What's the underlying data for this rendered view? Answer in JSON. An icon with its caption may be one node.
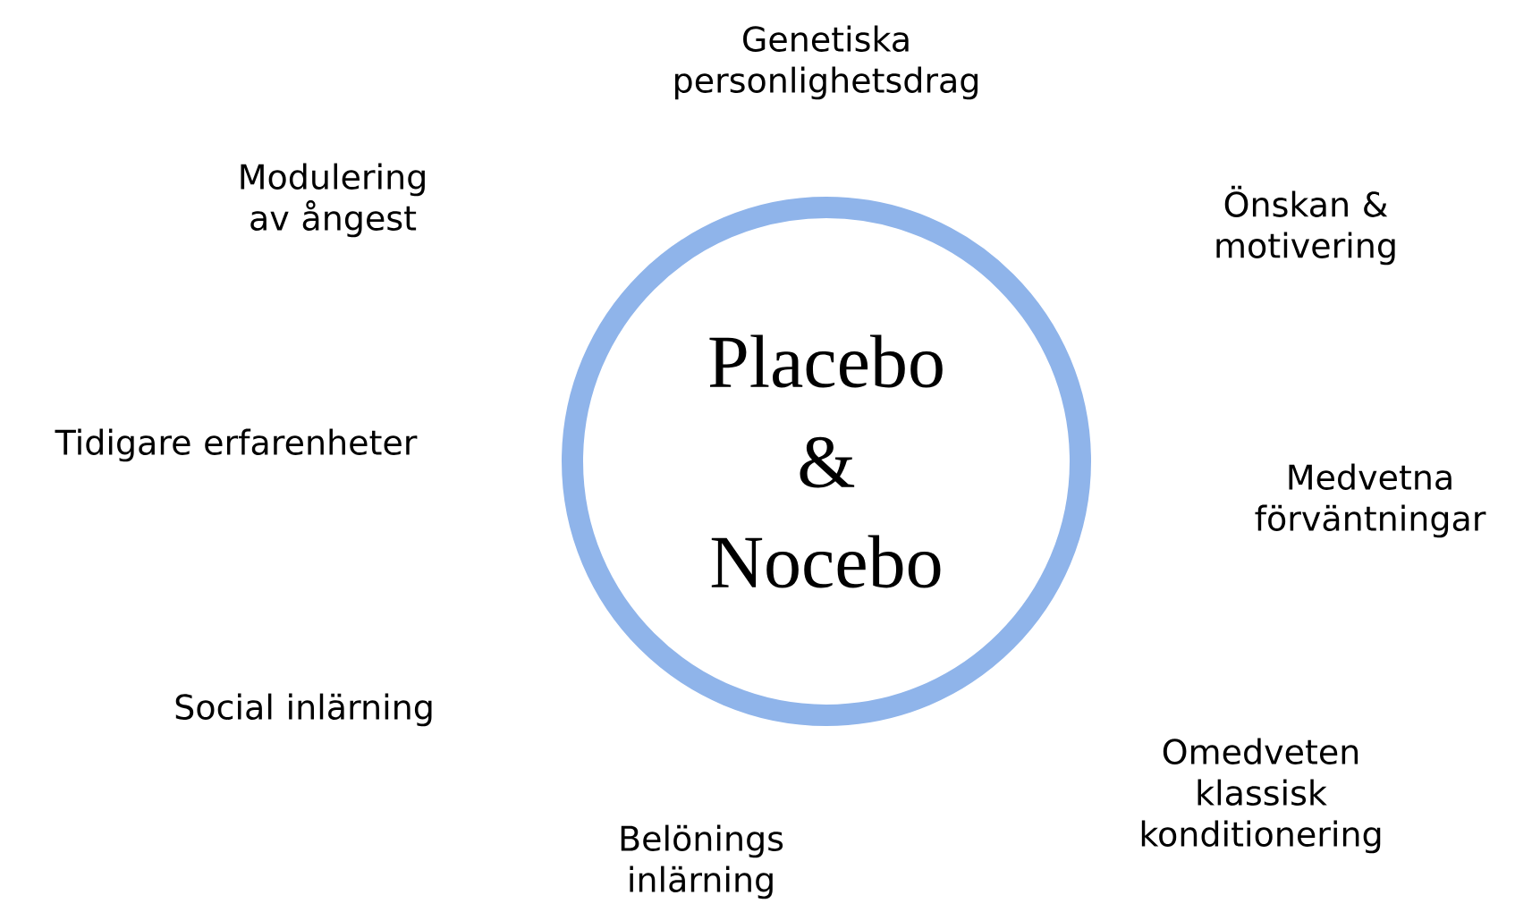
{
  "diagram": {
    "nodes": [
      {
        "text": [
          "Placebo & Nocebo"
        ]
      }
    ],
    "labels": [
      "Genetiska personlighetsdrag",
      "Modulering av ångest",
      "Önskan & motivering",
      "Tidigare erfarenheter",
      "Medvetna förväntningar",
      "Social inlärning",
      "Omedveten klassisk konditionering",
      "Belönings inlärning"
    ]
  }
}
